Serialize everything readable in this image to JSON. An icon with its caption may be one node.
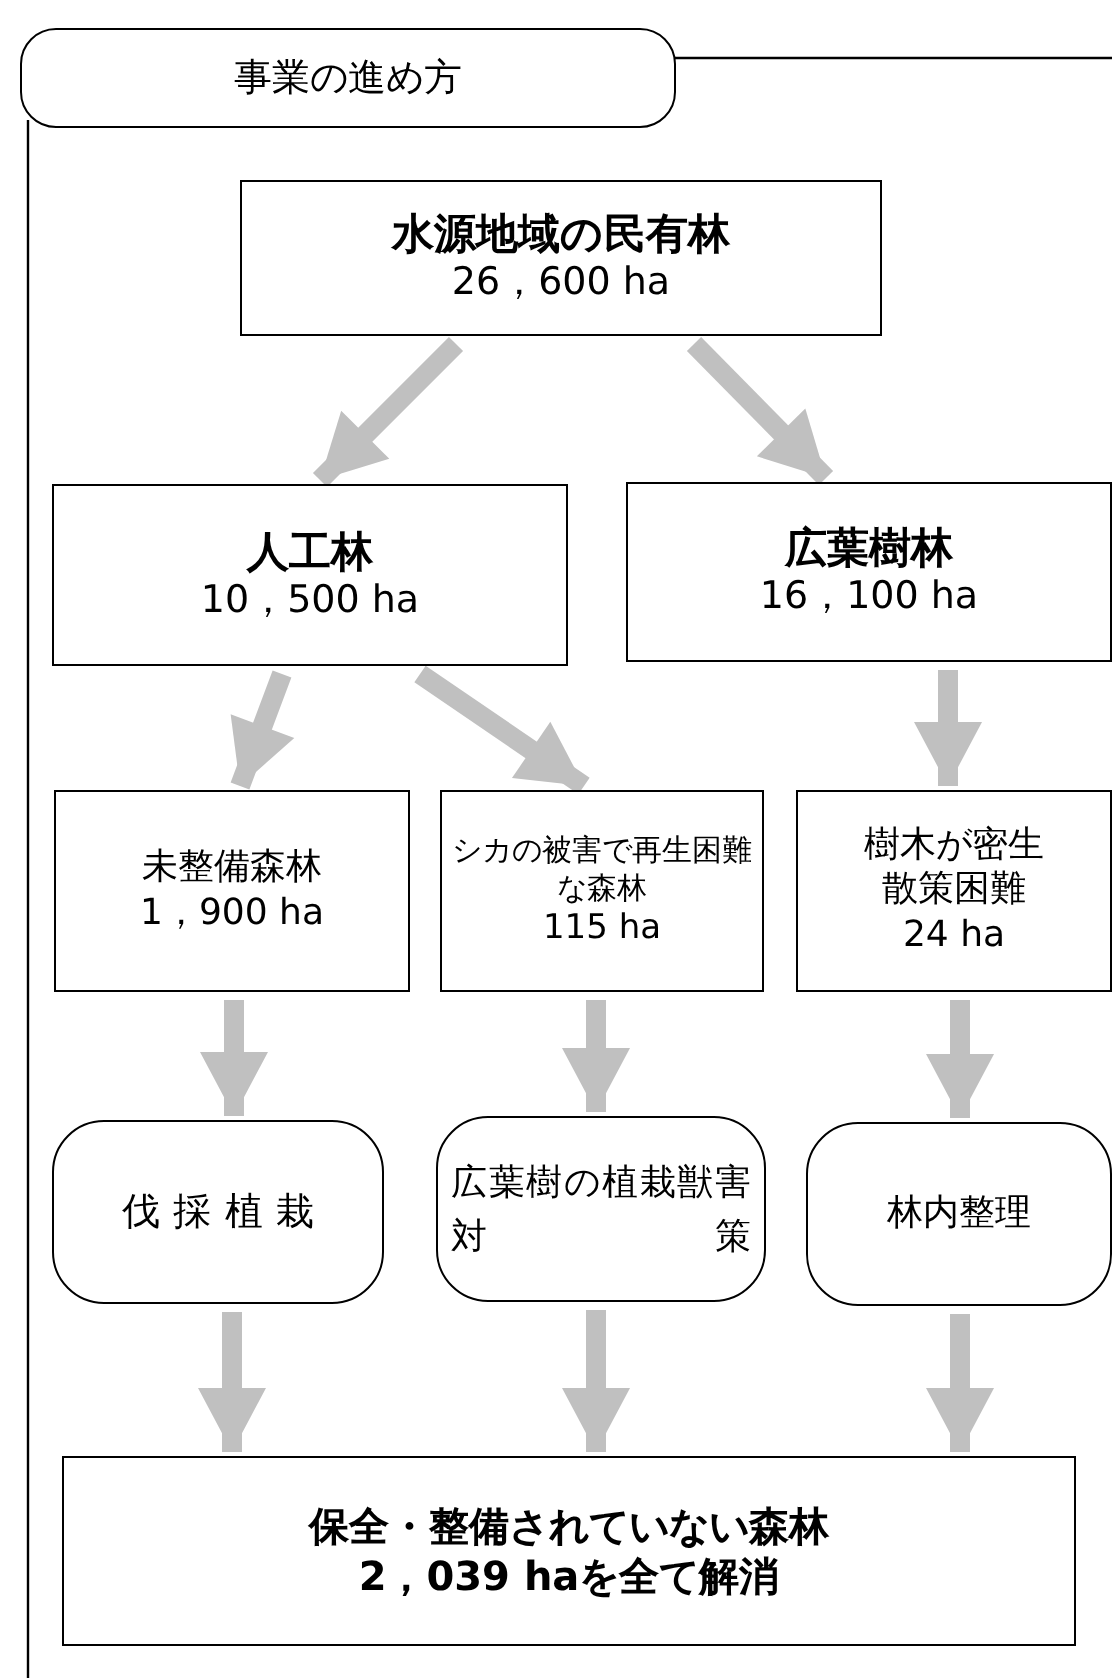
{
  "diagram": {
    "title": "事業の進め方",
    "nodes": [
      {
        "text": [
          "水源地域の民有林",
          "26，600 ha"
        ]
      },
      {
        "text": [
          "人工林",
          "10，500 ha"
        ]
      },
      {
        "text": [
          "広葉樹林",
          "16，100 ha"
        ]
      },
      {
        "text": [
          "未整備森林",
          "1，900 ha"
        ]
      },
      {
        "text": [
          "シカの被害で再生困難な森林",
          "115 ha"
        ]
      },
      {
        "text": [
          "樹木が密生散策困難",
          "24 ha"
        ]
      },
      {
        "text": [
          "伐採植栽"
        ]
      },
      {
        "text": [
          "広葉樹の植栽獣害対策"
        ]
      },
      {
        "text": [
          "林内整理"
        ]
      },
      {
        "text": [
          "保全・整備されていない森林",
          "2，039 haを全て解消"
        ]
      }
    ],
    "edges": [
      {
        "from": 0,
        "to": 1,
        "arrow": "to"
      },
      {
        "from": 0,
        "to": 2,
        "arrow": "to"
      },
      {
        "from": 1,
        "to": 3,
        "arrow": "to"
      },
      {
        "from": 1,
        "to": 4,
        "arrow": "to"
      },
      {
        "from": 2,
        "to": 5,
        "arrow": "to"
      },
      {
        "from": 3,
        "to": 6,
        "arrow": "to"
      },
      {
        "from": 4,
        "to": 7,
        "arrow": "to"
      },
      {
        "from": 5,
        "to": 8,
        "arrow": "to"
      },
      {
        "from": 6,
        "to": 9,
        "arrow": "to"
      },
      {
        "from": 7,
        "to": 9,
        "arrow": "to"
      },
      {
        "from": 8,
        "to": 9,
        "arrow": "to"
      }
    ]
  }
}
